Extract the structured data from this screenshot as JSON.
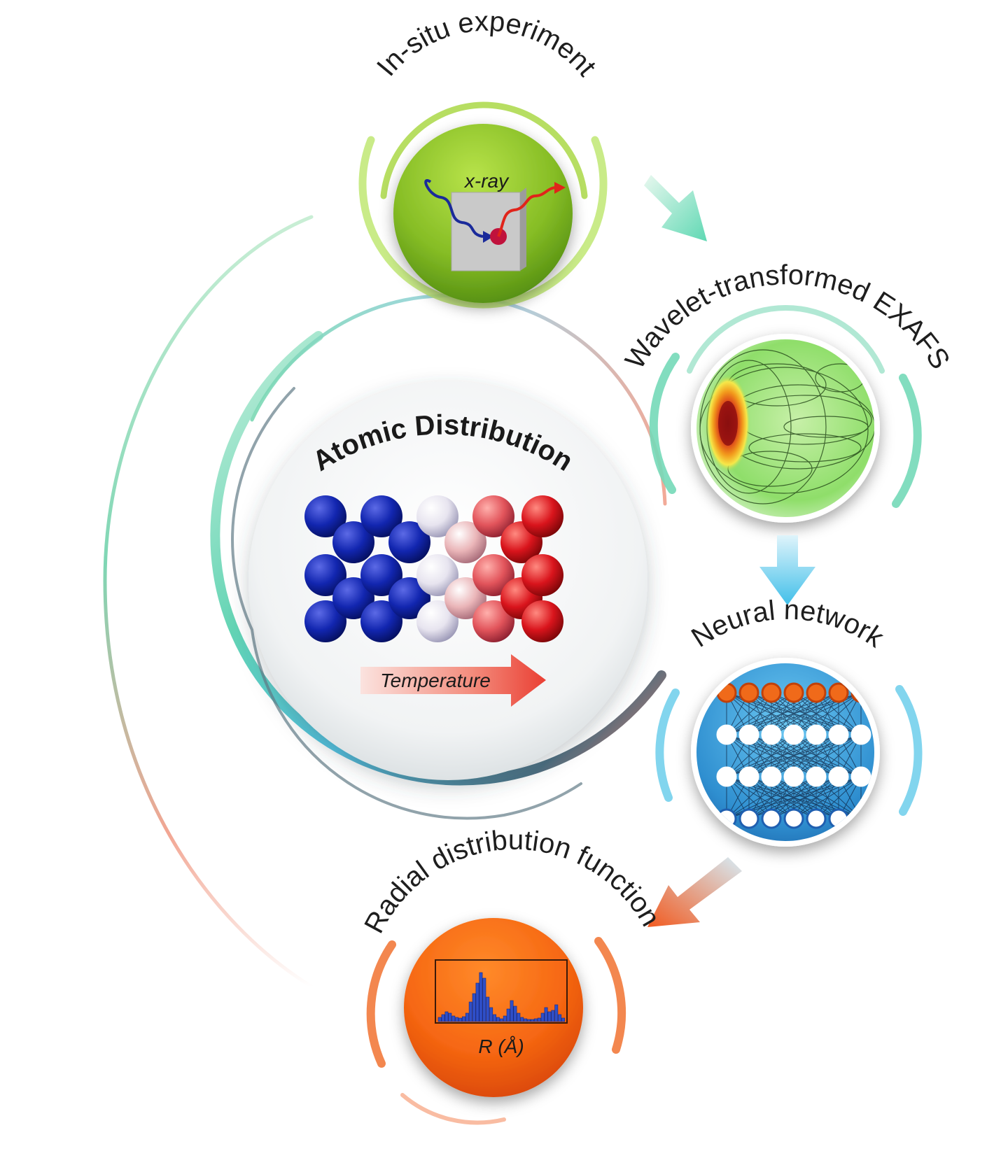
{
  "cycle": {
    "in_situ": {
      "label": "In-situ experiment",
      "inner_label": "x-ray"
    },
    "wavelet": {
      "label": "Wavelet-transformed EXAFS"
    },
    "neural": {
      "label": "Neural network"
    },
    "rdf": {
      "label": "Radial distribution function",
      "axis_label": "R (Å)"
    }
  },
  "center": {
    "title": "Atomic Distribution",
    "arrow_label": "Temperature"
  },
  "colors": {
    "green": "#8cc63f",
    "teal": "#6ed8b8",
    "cyan": "#5bc8ea",
    "orange": "#f05a22",
    "blue_atom": "#0d1f9e",
    "red_atom": "#d9141c"
  }
}
